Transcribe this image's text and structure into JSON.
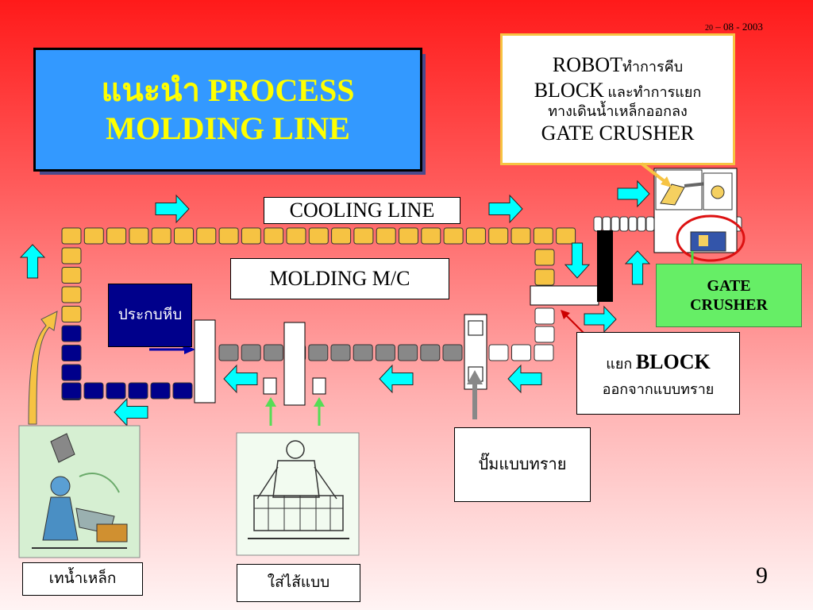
{
  "date": {
    "prefix": "20",
    "rest": "– 08 - 2003"
  },
  "title": {
    "line1": "แนะนำ PROCESS",
    "line2": "MOLDING LINE"
  },
  "robot_note": {
    "l1a": "ROBOT",
    "l1b": "ทำการคีบ",
    "l2a": "BLOCK",
    "l2b": " และทำการแยก",
    "l3": "ทางเดินน้ำเหล็กออกลง",
    "l4": "GATE CRUSHER"
  },
  "labels": {
    "cooling_line": "COOLING LINE",
    "molding_mc": "MOLDING M/C",
    "clamp": "ประกบหีบ",
    "gate_crusher_1": "GATE",
    "gate_crusher_2": "CRUSHER",
    "separate_small": "แยก ",
    "separate_big": "BLOCK",
    "separate_line2": "ออกจากแบบทราย",
    "sand_mold_pump": "ปั๊มแบบทราย",
    "pour_iron": "เทน้ำเหล็ก",
    "insert_core": "ใส่ไส้แบบ"
  },
  "page_number": "9",
  "colors": {
    "arrow": "#00ffff",
    "mold_yellow": "#f6c343",
    "mold_navy": "#00008b",
    "mold_gray": "#888888",
    "title_bg": "#3399ff",
    "title_text": "#ffff00",
    "gate_crusher_bg": "#66ee66",
    "highlight_red": "#cc0000"
  },
  "icons": {
    "arrow": "cyan-arrow-icon",
    "robot": "robot-arm-icon",
    "crusher": "crusher-machine-icon"
  }
}
